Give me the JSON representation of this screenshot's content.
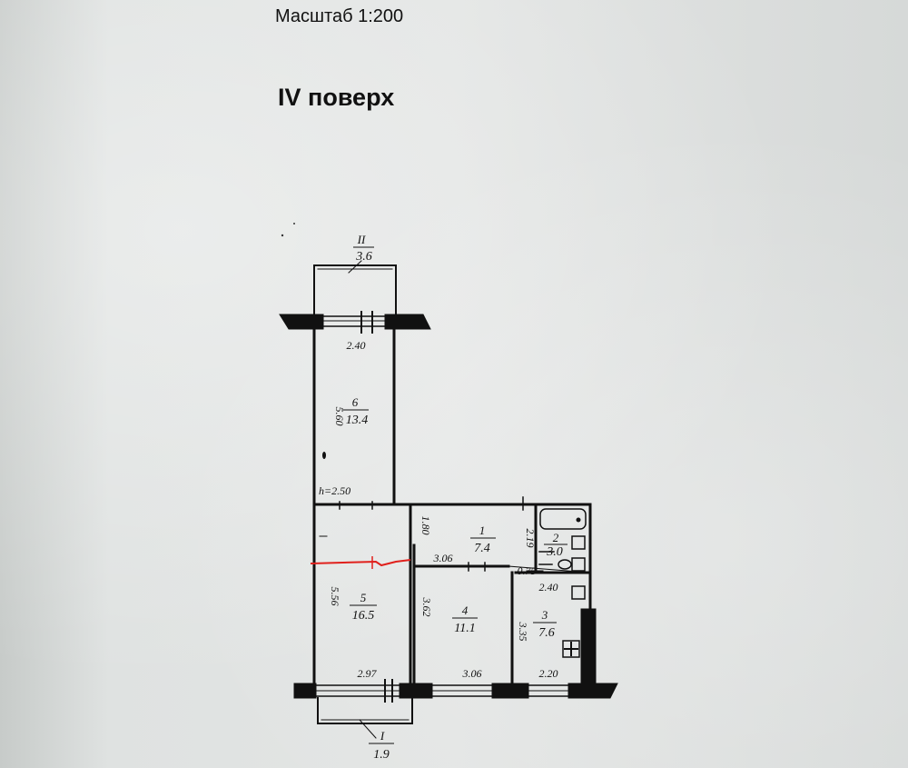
{
  "header": {
    "scale": "Масштаб 1:200",
    "floor": "IV поверх"
  },
  "rooms": [
    {
      "num": "II",
      "area": "3.6"
    },
    {
      "num": "6",
      "area": "13.4"
    },
    {
      "num": "1",
      "area": "7.4"
    },
    {
      "num": "2",
      "area": "3.0"
    },
    {
      "num": "5",
      "area": "16.5"
    },
    {
      "num": "4",
      "area": "11.1"
    },
    {
      "num": "3",
      "area": "7.6"
    },
    {
      "num": "I",
      "area": "1.9"
    }
  ],
  "dimensions": {
    "balcony_top_width": "2.40",
    "room6_length": "5.60",
    "ceiling_height": "h=2.50",
    "hall_depth": "1.80",
    "hall_width": "3.06",
    "bath_depth": "2.19",
    "wc_width": "0.75",
    "kitchen_width_top": "2.40",
    "room5_length": "5.56",
    "room4_length": "3.62",
    "kitchen_length": "3.35",
    "room5_width": "2.97",
    "room4_width": "3.06",
    "kitchen_width": "2.20"
  },
  "colors": {
    "ink": "#111111",
    "marker": "#e0201c"
  }
}
